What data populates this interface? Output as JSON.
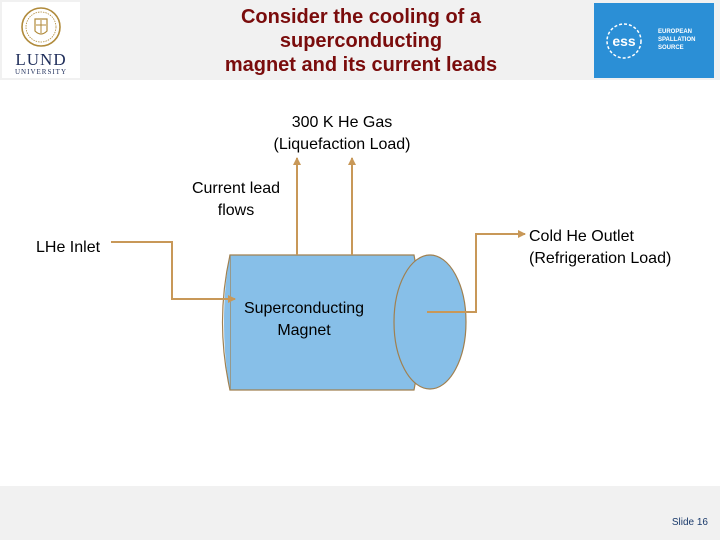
{
  "header": {
    "title_lines": [
      "Consider the cooling of a",
      "superconducting",
      "magnet and its current leads"
    ],
    "lund_logo": {
      "name": "LUND",
      "sub": "UNIVERSITY"
    },
    "ess_logo": {
      "lines": [
        "EUROPEAN",
        "SPALLATION",
        "SOURCE"
      ],
      "color": "#2b8fd6"
    }
  },
  "diagram": {
    "magnet_label": [
      "Superconducting",
      "Magnet"
    ],
    "gas_label": [
      "300 K He Gas",
      "(Liquefaction Load)"
    ],
    "current_lead_label": [
      "Current lead",
      "flows"
    ],
    "inlet_label": "LHe Inlet",
    "outlet_label": [
      "Cold He Outlet",
      "(Refrigeration Load)"
    ],
    "colors": {
      "magnet_fill": "#87bfe8",
      "outline": "#a08050",
      "arrow": "#c89858"
    }
  },
  "footer": {
    "slide_number": "Slide 16"
  }
}
